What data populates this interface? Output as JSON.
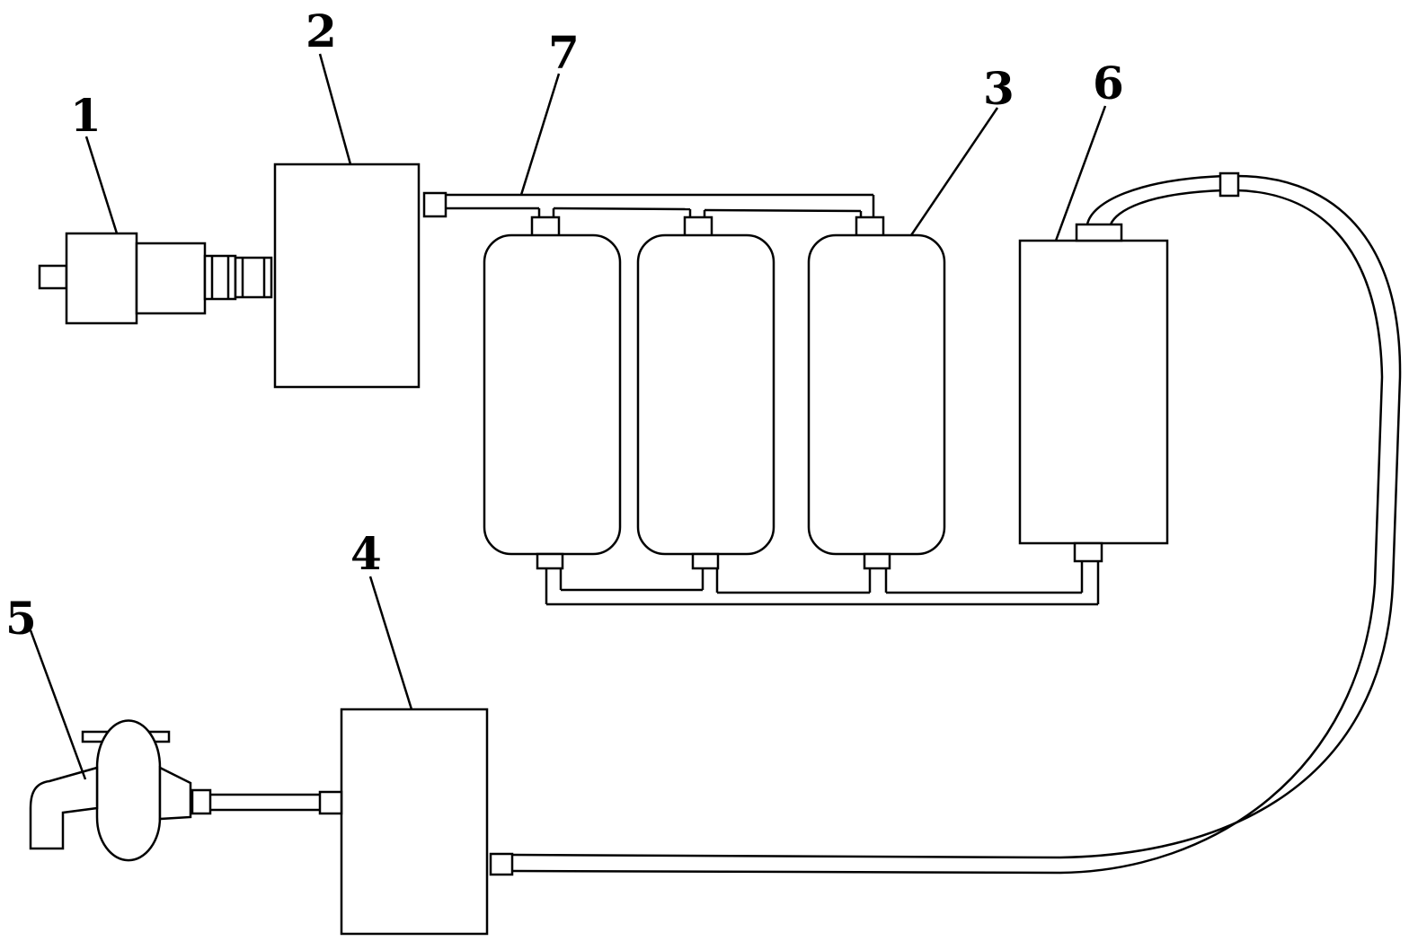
{
  "labels": {
    "part1": "1",
    "part2": "2",
    "part3": "3",
    "part4": "4",
    "part5": "5",
    "part6": "6",
    "part7": "7"
  },
  "colors": {
    "ink": "#000000",
    "background": "#ffffff"
  }
}
